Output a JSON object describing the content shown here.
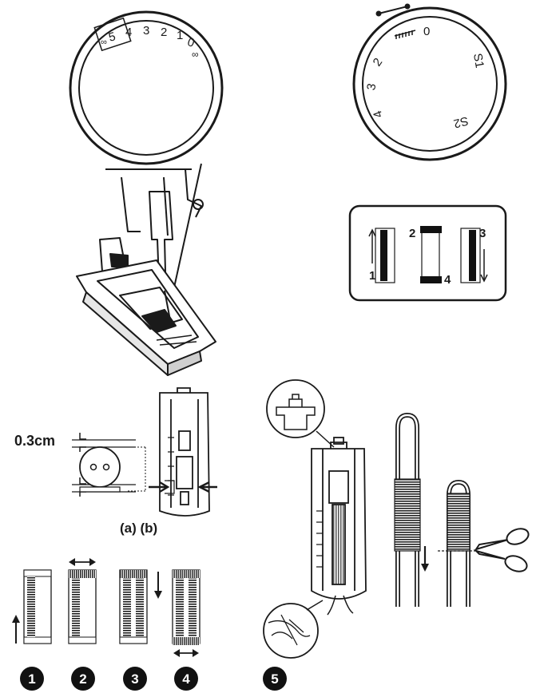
{
  "colors": {
    "ink": "#1a1a1a",
    "bg": "#ffffff",
    "fill_dark": "#111111"
  },
  "stitch_length_dial": {
    "numbers": [
      "5",
      "4",
      "3",
      "2",
      "1",
      "0"
    ],
    "infinity": "∞"
  },
  "stitch_width_dial": {
    "numbers": [
      "0",
      "2",
      "3",
      "4"
    ],
    "s1": "S1",
    "s2": "S2"
  },
  "buttonhole_steps_panel": {
    "labels": [
      "1",
      "2",
      "3",
      "4"
    ]
  },
  "measurement": {
    "spacing": "0.3cm",
    "caption": "(a) (b)"
  },
  "steps": {
    "markers": [
      "1",
      "2",
      "3",
      "4",
      "5"
    ]
  },
  "icons": {
    "dial": "dial-icon",
    "presser_foot": "presser-foot-icon",
    "button": "button-icon",
    "scissors": "scissors-icon",
    "arrow": "arrow-icon"
  }
}
